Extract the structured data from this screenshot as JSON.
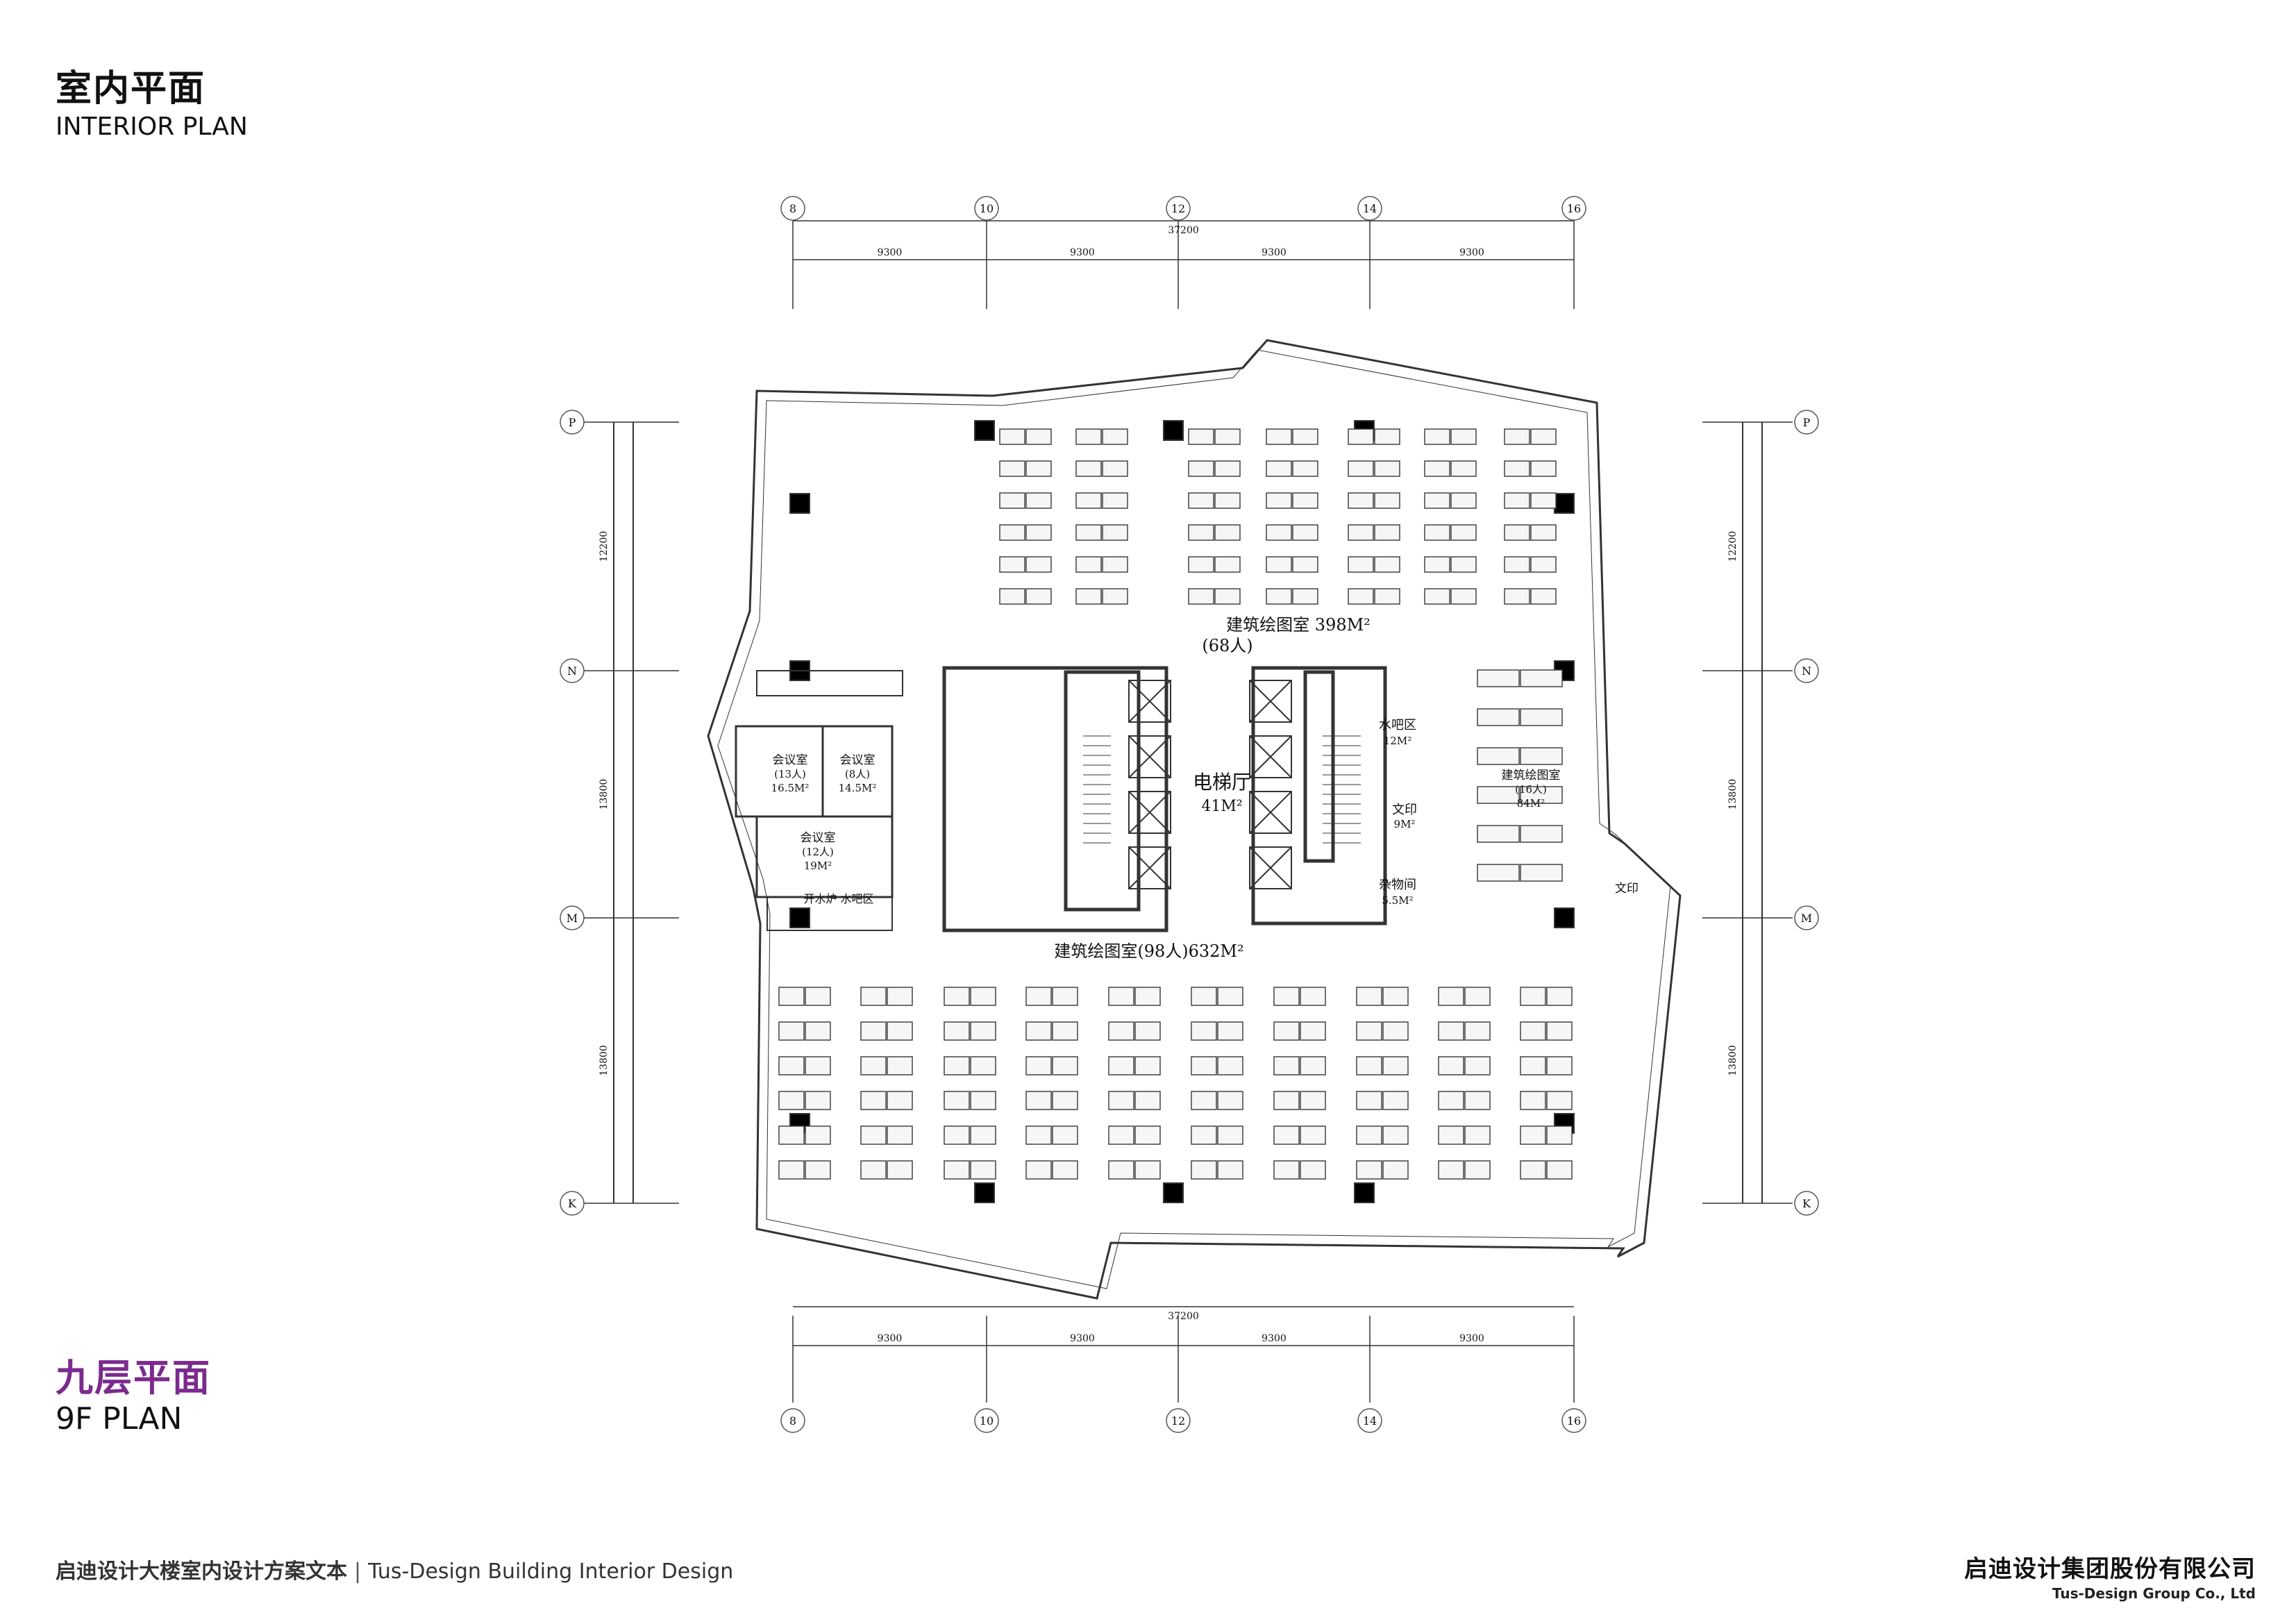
{
  "header": {
    "title_cn": "室内平面",
    "title_en": "INTERIOR PLAN"
  },
  "floor": {
    "title_cn": "九层平面",
    "title_en": "9F PLAN"
  },
  "footer": {
    "doc_title_cn": "启迪设计大楼室内设计方案文本",
    "separator": "|",
    "doc_title_en": "Tus-Design Building Interior Design",
    "company_cn": "启迪设计集团股份有限公司",
    "company_en": "Tus-Design Group Co., Ltd"
  },
  "grid": {
    "columns": [
      "8",
      "10",
      "12",
      "14",
      "16"
    ],
    "rows": [
      "P",
      "N",
      "M",
      "K"
    ],
    "top_total": "37200",
    "bottom_total": "37200",
    "bay_dims": [
      "9300",
      "9300",
      "9300",
      "9300"
    ],
    "side_dims": [
      "12200",
      "13800",
      "13800"
    ]
  },
  "rooms": {
    "north_studio": [
      "建筑绘图室 398M²",
      "(68人)"
    ],
    "south_studio": "建筑绘图室(98人)632M²",
    "elevator_hall": [
      "电梯厅",
      "41M²"
    ],
    "meeting_a": [
      "会议室",
      "(13人)",
      "16.5M²"
    ],
    "meeting_b": [
      "会议室",
      "(8人)",
      "14.5M²"
    ],
    "meeting_c": [
      "会议室",
      "(12人)",
      "19M²"
    ],
    "water_bar_west": "开水炉 水吧区",
    "water_bar_east": [
      "水吧区",
      "12M²"
    ],
    "print_room": [
      "文印",
      "9M²"
    ],
    "storage": [
      "杂物间",
      "5.5M²"
    ],
    "east_studio": [
      "建筑绘图室",
      "(16人)",
      "84M²"
    ],
    "print_east": "文印"
  },
  "colors": {
    "accent": "#7b2a8e",
    "line": "#333333",
    "column": "#000000"
  }
}
